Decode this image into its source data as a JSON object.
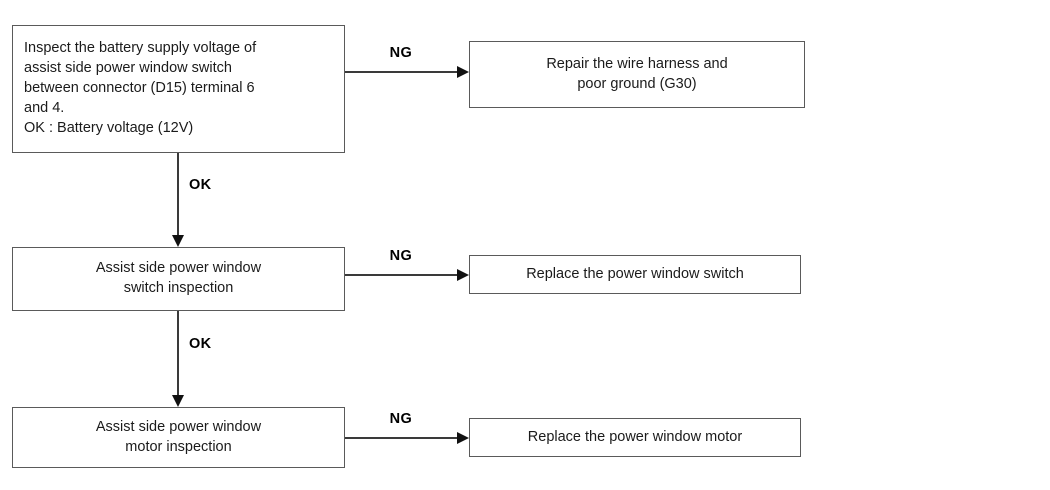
{
  "diagram": {
    "title": "Power window troubleshooting flowchart",
    "line_color": "#3a3a3a",
    "box_border_color": "#5a5a5a",
    "background": "#ffffff",
    "nodes": {
      "inspect_voltage": "Inspect the battery supply voltage of\nassist side power window switch\nbetween connector (D15) terminal 6\nand 4.\nOK : Battery voltage (12V)",
      "repair_harness": "Repair the wire harness and\npoor ground (G30)",
      "switch_inspection": "Assist side power window\nswitch inspection",
      "replace_switch": "Replace the power window switch",
      "motor_inspection": "Assist side power window\nmotor inspection",
      "replace_motor": "Replace the power window motor"
    },
    "connectors": {
      "ng_1": "NG",
      "ng_2": "NG",
      "ng_3": "NG",
      "ok_1": "OK",
      "ok_2": "OK"
    }
  }
}
